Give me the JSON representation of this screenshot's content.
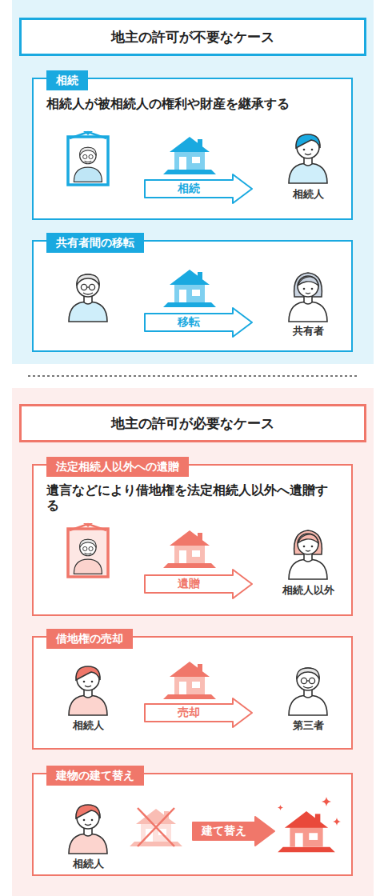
{
  "diagram": {
    "nodes": [
      {
        "text": [
          "地主の許可が不要なケース"
        ]
      },
      {
        "text": [
          "相続",
          "相続人が被相続人の権利や財産を継承する"
        ]
      },
      {
        "text": [
          "相続"
        ],
        "in": 1
      },
      {
        "text": [
          "共有者間の移転"
        ]
      },
      {
        "text": [
          "移転"
        ],
        "in": 3
      },
      {
        "text": [
          "地主の許可が必要なケース"
        ]
      },
      {
        "text": [
          "法定相続人以外への遺贈",
          "遺言などにより借地権を法定相続人以外へ遺贈する"
        ]
      },
      {
        "text": [
          "遺贈"
        ],
        "in": 6
      },
      {
        "text": [
          "借地権の売却"
        ]
      },
      {
        "text": [
          "売却"
        ],
        "in": 8
      },
      {
        "text": [
          "建物の建て替え"
        ]
      },
      {
        "text": [
          "建て替え"
        ],
        "in": 10
      }
    ],
    "labels": [
      "相続人",
      "共有者",
      "相続人以外",
      "相続人",
      "第三者",
      "相続人"
    ]
  }
}
